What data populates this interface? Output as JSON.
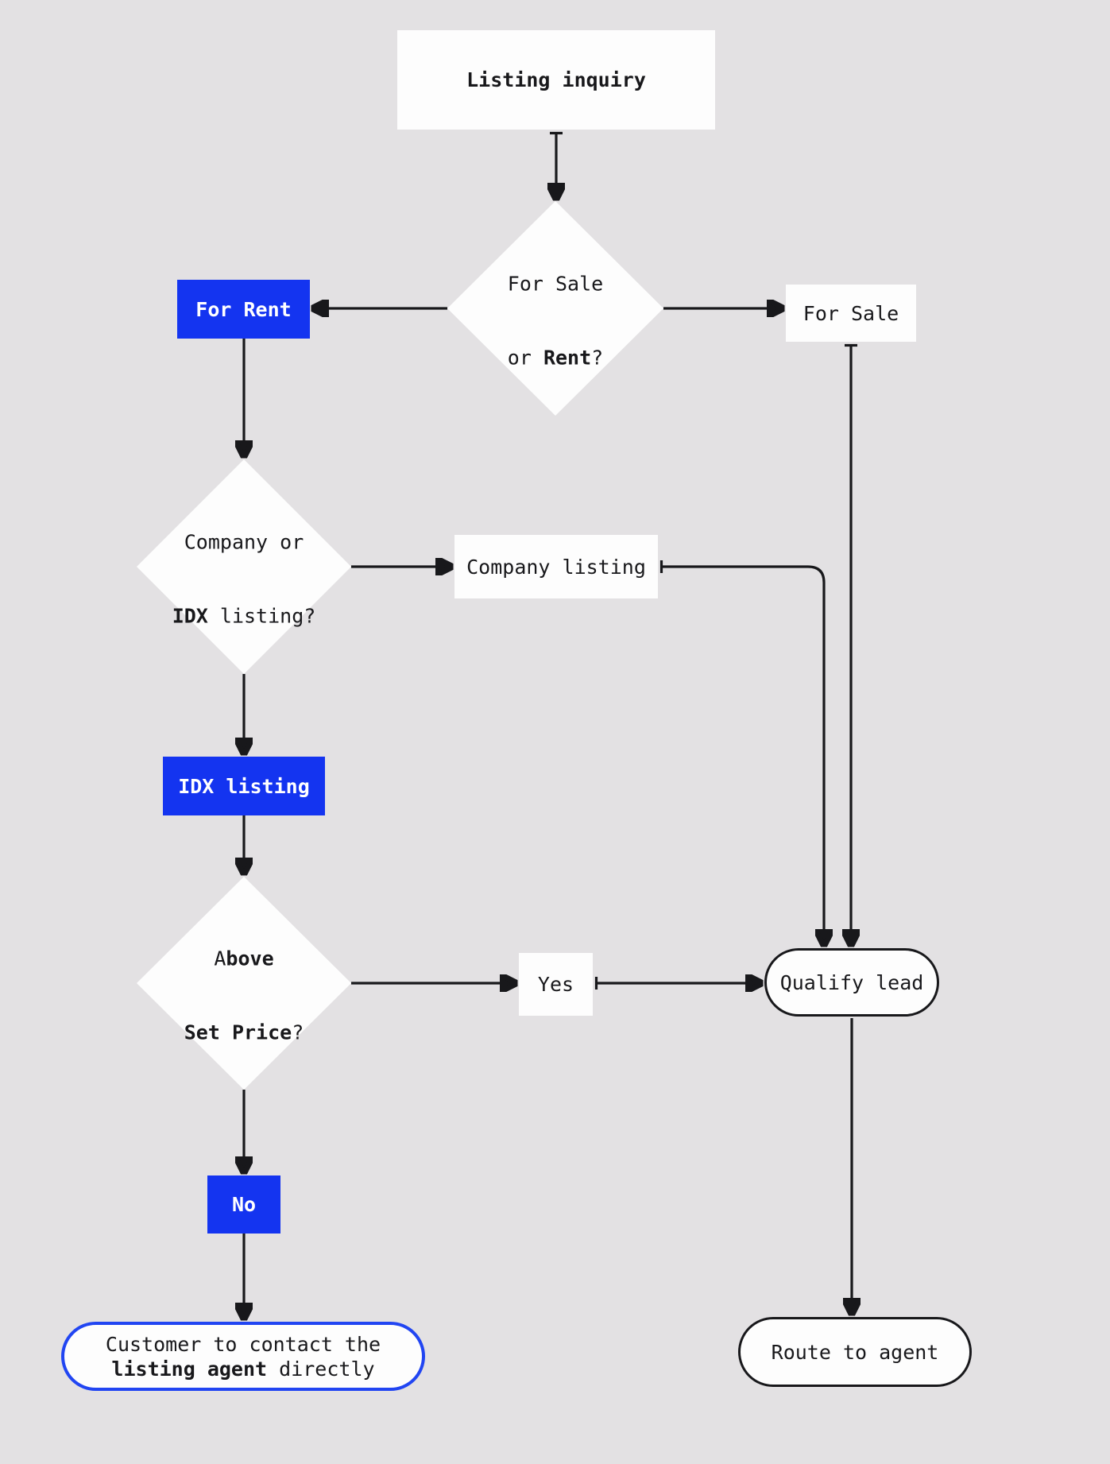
{
  "colors": {
    "background": "#e3e1e3",
    "node_fill": "#fdfdfd",
    "accent_blue": "#1434f0",
    "accent_blue_border": "#2145f2",
    "line": "#18181b"
  },
  "nodes": {
    "start": {
      "label": "Listing inquiry"
    },
    "decision_sale_rent": {
      "line1": "For Sale",
      "line2_pre": "or ",
      "line2_bold": "Rent",
      "line2_post": "?"
    },
    "for_rent": {
      "label": "For Rent"
    },
    "for_sale": {
      "label": "For Sale"
    },
    "decision_company_idx": {
      "line1": "Company or",
      "line2_bold": "IDX",
      "line2_post": " listing?"
    },
    "company_listing": {
      "label": "Company listing"
    },
    "idx_listing": {
      "label": "IDX listing"
    },
    "decision_above_price": {
      "line1_pre": "A",
      "line1_bold": "bove",
      "line2_bold": "Set Price",
      "line2_post": "?"
    },
    "yes": {
      "label": "Yes"
    },
    "qualify_lead": {
      "label": "Qualify lead"
    },
    "no": {
      "label": "No"
    },
    "customer_contact": {
      "line1": "Customer to contact the",
      "line2_bold": "listing agent",
      "line2_post": " directly"
    },
    "route_to_agent": {
      "label": "Route to agent"
    }
  }
}
